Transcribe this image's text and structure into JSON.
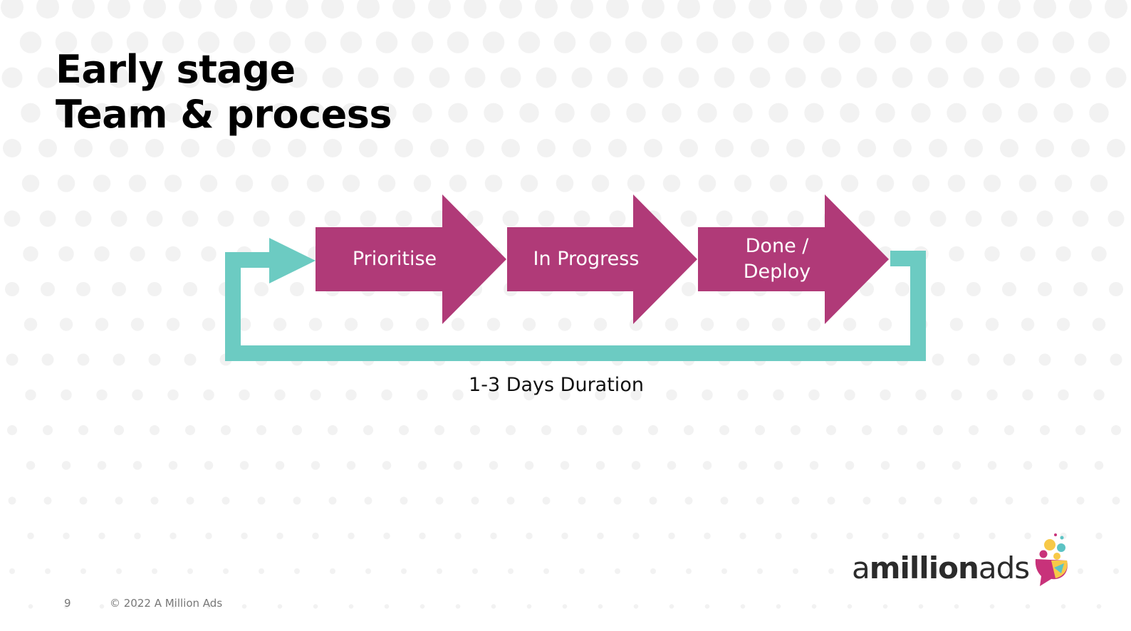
{
  "slide": {
    "title_line1": "Early stage",
    "title_line2": "Team & process",
    "page_number": "9",
    "copyright": "© 2022 A Million Ads"
  },
  "diagram": {
    "steps": [
      {
        "label_line1": "Prioritise",
        "label_line2": ""
      },
      {
        "label_line1": "In Progress",
        "label_line2": ""
      },
      {
        "label_line1": "Done /",
        "label_line2": "Deploy"
      }
    ],
    "loop_caption": "1-3 Days Duration"
  },
  "logo": {
    "text_light_1": "a",
    "text_bold": "million",
    "text_light_2": "ads"
  },
  "colors": {
    "arrow_fill": "#B03A78",
    "loop_stroke": "#6CCBC2",
    "dot_pattern": "#F2F2F2",
    "logo_pink": "#C8327A",
    "logo_yellow": "#F7C948",
    "logo_teal": "#5CC3C4"
  }
}
